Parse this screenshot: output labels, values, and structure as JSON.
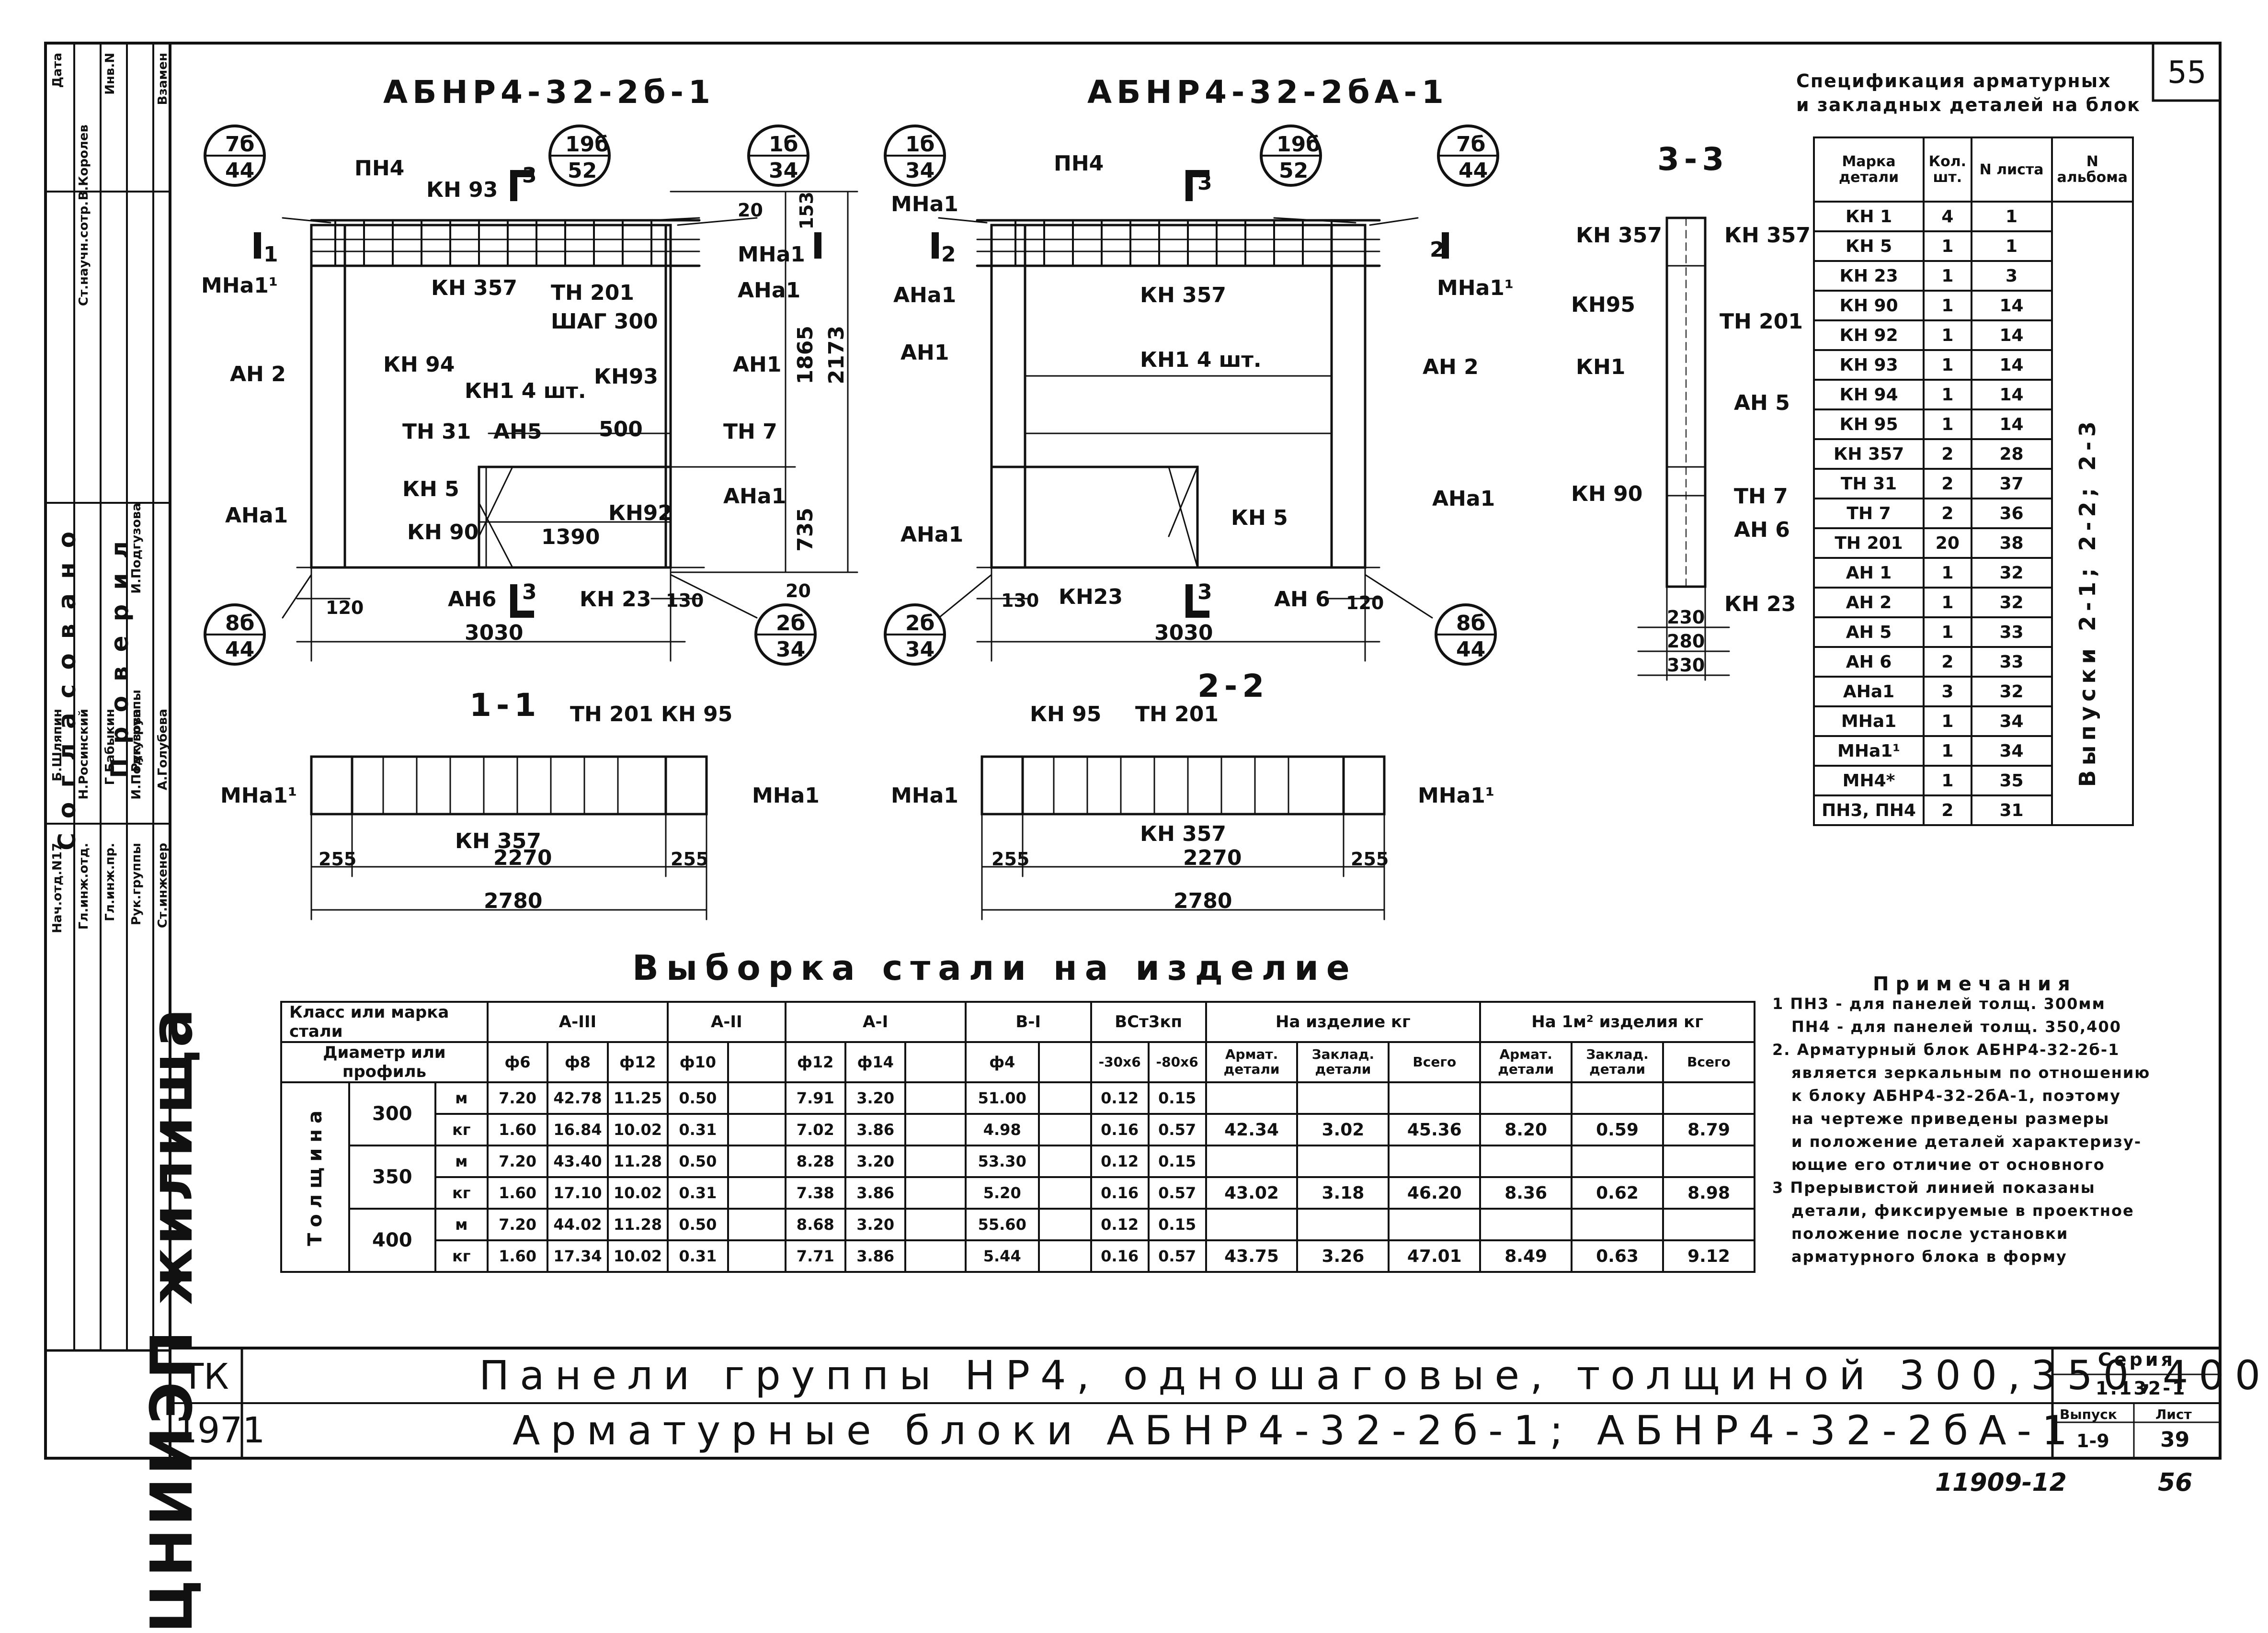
{
  "sheet_number": "55",
  "drawing_left": {
    "title": "АБНР4-32-2б-1",
    "circles": {
      "tl_top": "7б",
      "tl_bot": "44",
      "tm_top": "19б",
      "tm_bot": "52",
      "tr_top": "1б",
      "tr_bot": "34",
      "bl_top": "8б",
      "bl_bot": "44",
      "br_top": "2б",
      "br_bot": "34"
    },
    "labels": [
      "ПН4",
      "КН 93",
      "3",
      "МНа1¹",
      "1",
      "КН 357",
      "ТН 201",
      "ШАГ 300",
      "МНа1",
      "АНа1",
      "АН 2",
      "КН 94",
      "КН1 4 шт.",
      "КН93",
      "АН1",
      "ТН 31",
      "АН5",
      "500",
      "ТН 7",
      "КН 5",
      "КН92",
      "АНа1",
      "КН 90",
      "1390",
      "АНа1",
      "АН6",
      "3",
      "КН 23",
      "120",
      "130",
      "3030"
    ],
    "dims": [
      "20",
      "153",
      "1865",
      "2173",
      "735",
      "20"
    ]
  },
  "drawing_right": {
    "title": "АБНР4-32-2бА-1",
    "circles": {
      "tl_top": "1б",
      "tl_bot": "34",
      "tm_top": "19б",
      "tm_bot": "52",
      "tr_top": "7б",
      "tr_bot": "44",
      "bl_top": "2б",
      "bl_bot": "34",
      "br_top": "8б",
      "br_bot": "44"
    },
    "labels": [
      "ПН4",
      "МНа1",
      "3",
      "2",
      "КН 357",
      "МНа1¹",
      "2",
      "АНа1",
      "АН1",
      "КН1 4 шт.",
      "АН 2",
      "АНа1",
      "КН 5",
      "АНа1",
      "130",
      "КН23",
      "3",
      "АН 6",
      "120",
      "3030"
    ]
  },
  "section_3_3": {
    "title": "3-3",
    "labels": [
      "КН 357",
      "КН 357",
      "КН95",
      "ТН 201",
      "КН1",
      "АН 5",
      "КН 90",
      "ТН 7",
      "АН 6",
      "КН 23",
      "230",
      "280",
      "330"
    ]
  },
  "section_1_1": {
    "title": "1-1",
    "labels": [
      "ТН 201",
      "КН 95",
      "МНа1¹",
      "МНа1",
      "КН 357",
      "255",
      "2270",
      "255",
      "2780"
    ]
  },
  "section_2_2": {
    "title": "2-2",
    "labels": [
      "КН 95",
      "ТН 201",
      "МНа1",
      "МНа1¹",
      "КН 357",
      "255",
      "2270",
      "255",
      "2780"
    ]
  },
  "spec": {
    "title_line1": "Спецификация арматурных",
    "title_line2": "и закладных деталей на блок",
    "headers": [
      "Марка детали",
      "Кол. шт.",
      "N листа",
      "N альбома"
    ],
    "album_text": "Выпуски 2-1; 2-2; 2-3",
    "rows": [
      [
        "КН 1",
        "4",
        "1"
      ],
      [
        "КН 5",
        "1",
        "1"
      ],
      [
        "КН 23",
        "1",
        "3"
      ],
      [
        "КН 90",
        "1",
        "14"
      ],
      [
        "КН 92",
        "1",
        "14"
      ],
      [
        "КН 93",
        "1",
        "14"
      ],
      [
        "КН 94",
        "1",
        "14"
      ],
      [
        "КН 95",
        "1",
        "14"
      ],
      [
        "КН 357",
        "2",
        "28"
      ],
      [
        "ТН 31",
        "2",
        "37"
      ],
      [
        "ТН 7",
        "2",
        "36"
      ],
      [
        "ТН 201",
        "20",
        "38"
      ],
      [
        "АН 1",
        "1",
        "32"
      ],
      [
        "АН 2",
        "1",
        "32"
      ],
      [
        "АН 5",
        "1",
        "33"
      ],
      [
        "АН 6",
        "2",
        "33"
      ],
      [
        "АНа1",
        "3",
        "32"
      ],
      [
        "МНа1",
        "1",
        "34"
      ],
      [
        "МНа1¹",
        "1",
        "34"
      ],
      [
        "МН4*",
        "1",
        "35"
      ],
      [
        "ПН3, ПН4",
        "2",
        "31"
      ]
    ]
  },
  "notes": {
    "title": "Примечания",
    "items": [
      "1 ПН3 - для панелей толщ. 300мм",
      "ПН4 - для панелей толщ. 350,400",
      "2. Арматурный блок АБНР4-32-2б-1",
      "является зеркальным по отношению",
      "к блоку АБНР4-32-2бА-1, поэтому",
      "на чертеже приведены размеры",
      "и положение деталей характеризу-",
      "ющие его отличие от основного",
      "3 Прерывистой линией показаны",
      "детали, фиксируемые в проектное",
      "положение после установки",
      "арматурного блока в форму"
    ]
  },
  "steel": {
    "title": "Выборка стали на изделие",
    "h_class": "Класс или марка стали",
    "h_diam": "Диаметр или профиль",
    "h_thick": "Толщина",
    "groups": [
      "А-III",
      "А-II",
      "А-I",
      "В-I",
      "ВСт3кп",
      "На изделие кг",
      "На 1м² изделия кг"
    ],
    "diams": [
      "ф6",
      "ф8",
      "ф12",
      "ф10",
      "ф12",
      "ф14",
      "ф4",
      "-30х6",
      "-80х6"
    ],
    "sub_headers": [
      "Армат. детали",
      "Заклад. детали",
      "Всего",
      "Армат. детали",
      "Заклад. детали",
      "Всего"
    ],
    "units": [
      "м",
      "кг"
    ],
    "rows": [
      {
        "t": "300",
        "m": [
          "7.20",
          "42.78",
          "11.25",
          "0.50",
          "7.91",
          "3.20",
          "51.00",
          "0.12",
          "0.15"
        ],
        "kg": [
          "1.60",
          "16.84",
          "10.02",
          "0.31",
          "7.02",
          "3.86",
          "4.98",
          "0.16",
          "0.57"
        ],
        "tot": [
          "42.34",
          "3.02",
          "45.36",
          "8.20",
          "0.59",
          "8.79"
        ]
      },
      {
        "t": "350",
        "m": [
          "7.20",
          "43.40",
          "11.28",
          "0.50",
          "8.28",
          "3.20",
          "53.30",
          "0.12",
          "0.15"
        ],
        "kg": [
          "1.60",
          "17.10",
          "10.02",
          "0.31",
          "7.38",
          "3.86",
          "5.20",
          "0.16",
          "0.57"
        ],
        "tot": [
          "43.02",
          "3.18",
          "46.20",
          "8.36",
          "0.62",
          "8.98"
        ]
      },
      {
        "t": "400",
        "m": [
          "7.20",
          "44.02",
          "11.28",
          "0.50",
          "8.68",
          "3.20",
          "55.60",
          "0.12",
          "0.15"
        ],
        "kg": [
          "1.60",
          "17.34",
          "10.02",
          "0.31",
          "7.71",
          "3.86",
          "5.44",
          "0.16",
          "0.57"
        ],
        "tot": [
          "43.75",
          "3.26",
          "47.01",
          "8.49",
          "0.63",
          "9.12"
        ]
      }
    ]
  },
  "title_block": {
    "code": "ТК",
    "year": "1971",
    "line1": "Панели группы НР4, одношаговые, толщиной 300,350,400",
    "line2": "Арматурные блоки АБНР4-32-2б-1; АБНР4-32-2бА-1",
    "series_label": "Серия",
    "series_value": "1.132-1",
    "issue_label": "Выпуск",
    "issue_value": "1-9",
    "sheet_label": "Лист",
    "sheet_value": "39",
    "footer_number": "11909-12",
    "footer_page": "56"
  },
  "left_stamp": {
    "org": "ЦНИИЭП жилища",
    "agreed": "Согласовано",
    "checked": "Проверил",
    "roles": [
      "Нач.отд.N17",
      "Гл.инж.отд.",
      "Гл.инж.пр.",
      "Рук.группы",
      "Ст.инженер"
    ],
    "names": [
      "Б.Шляпин",
      "Н.Росинский",
      "Г.Бабыкин",
      "И.Подгузова",
      "А.Голубева"
    ],
    "check_roles": [
      "Ст.научн.сотр.",
      "Рук.группы"
    ],
    "check_names": [
      "В.Королев",
      "И.Подгузова"
    ],
    "top_boxes": [
      "Дата",
      "Инв.N",
      "Взамен"
    ]
  }
}
